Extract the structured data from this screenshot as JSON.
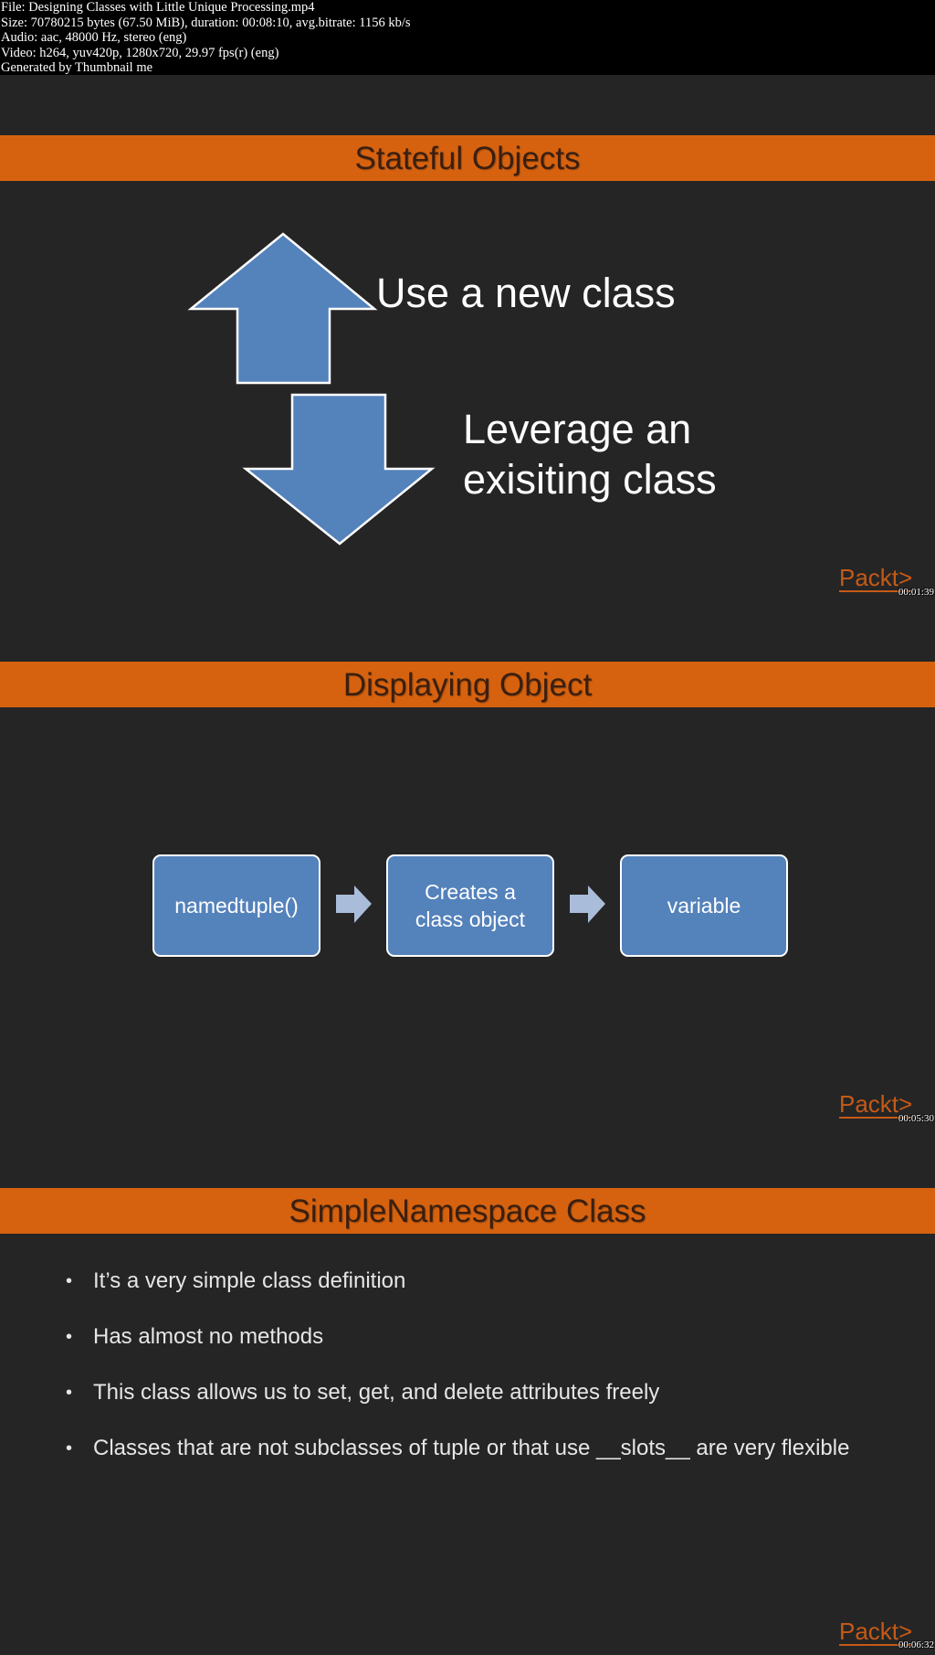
{
  "header": {
    "line1": "File: Designing Classes with Little Unique Processing.mp4",
    "line2": "Size: 70780215 bytes (67.50 MiB), duration: 00:08:10, avg.bitrate: 1156 kb/s",
    "line3": "Audio: aac, 48000 Hz, stereo (eng)",
    "line4": "Video: h264, yuv420p, 1280x720, 29.97 fps(r) (eng)",
    "line5": "Generated by Thumbnail me"
  },
  "slides": [
    {
      "title": "Stateful Objects",
      "up_label": "Use a new class",
      "down_label_1": "Leverage an",
      "down_label_2": "exisiting class",
      "logo": "Packt>",
      "timestamp": "00:01:39"
    },
    {
      "title": "Displaying Object",
      "box1": "namedtuple()",
      "box2_line1": "Creates a",
      "box2_line2": "class object",
      "box3": "variable",
      "logo": "Packt>",
      "timestamp": "00:05:30"
    },
    {
      "title": "SimpleNamespace Class",
      "bullets": [
        "It’s a very simple class definition",
        "Has almost no methods",
        "This class allows us to set, get, and delete attributes freely",
        "Classes that are not subclasses of tuple or that use __slots__ are very flexible"
      ],
      "bullet_symbol": "•",
      "logo": "Packt>",
      "timestamp": "00:06:32"
    }
  ],
  "colors": {
    "accent_bar": "#d6620f",
    "shape_fill": "#5482bb",
    "background": "#252525"
  }
}
